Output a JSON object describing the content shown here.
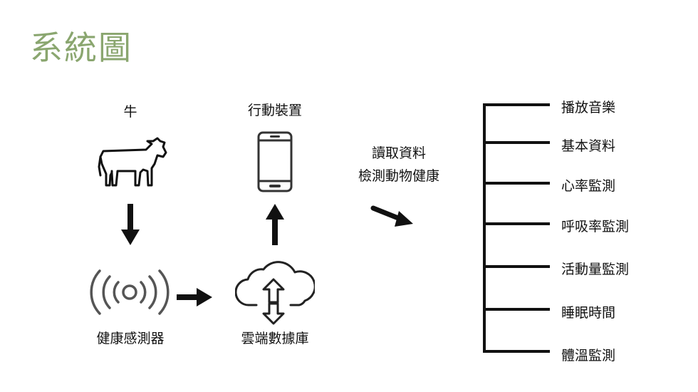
{
  "title": "系統圖",
  "nodes": {
    "cow": "牛",
    "mobile": "行動裝置",
    "sensor": "健康感測器",
    "cloud": "雲端數據庫"
  },
  "read_text": {
    "line1": "讀取資料",
    "line2": "檢測動物健康"
  },
  "branches": [
    "播放音樂",
    "基本資料",
    "心率監測",
    "呼吸率監測",
    "活動量監測",
    "睡眠時間",
    "體溫監測"
  ],
  "icons": {
    "cow": "cow-icon",
    "mobile": "smartphone-icon",
    "sensor": "wireless-signal-icon",
    "cloud": "cloud-sync-icon"
  }
}
